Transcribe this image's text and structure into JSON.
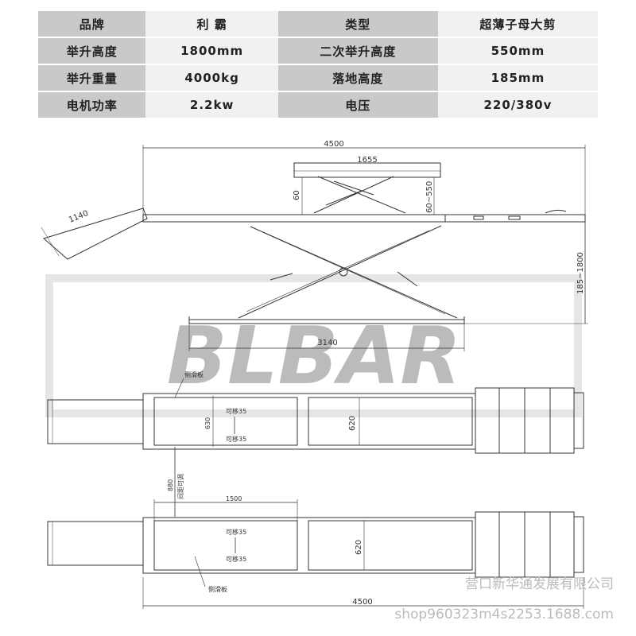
{
  "specs": [
    [
      "品牌",
      "利 霸",
      "类型",
      "超薄子母大剪"
    ],
    [
      "举升高度",
      "1800mm",
      "二次举升高度",
      "550mm"
    ],
    [
      "举升重量",
      "4000kg",
      "落地高度",
      "185mm"
    ],
    [
      "电机功率",
      "2.2kw",
      "电压",
      "220/380v"
    ]
  ],
  "side_view": {
    "overall_length": "4500",
    "platform_length": "1655",
    "ramp_length": "1140",
    "secondary_offset": "60",
    "secondary_range": "60~550",
    "lift_range": "185~1800",
    "base_length": "3140"
  },
  "top_view_1": {
    "slide_plate_label": "侧滑板",
    "width_outer": "630",
    "width_inner": "620",
    "move_up": "可移35",
    "move_down": "可移35"
  },
  "gap": {
    "value": "880",
    "note": "间距可调"
  },
  "top_view_2": {
    "secondary_length": "1500",
    "width_inner": "620",
    "move_up": "可移35",
    "move_down": "可移35",
    "slide_plate_label": "侧滑板",
    "overall_length": "4500"
  },
  "watermark": {
    "logo": "BLBAR",
    "company": "营口新华通发展有限公司",
    "shop": "shop960323m4s2253.1688.com"
  }
}
